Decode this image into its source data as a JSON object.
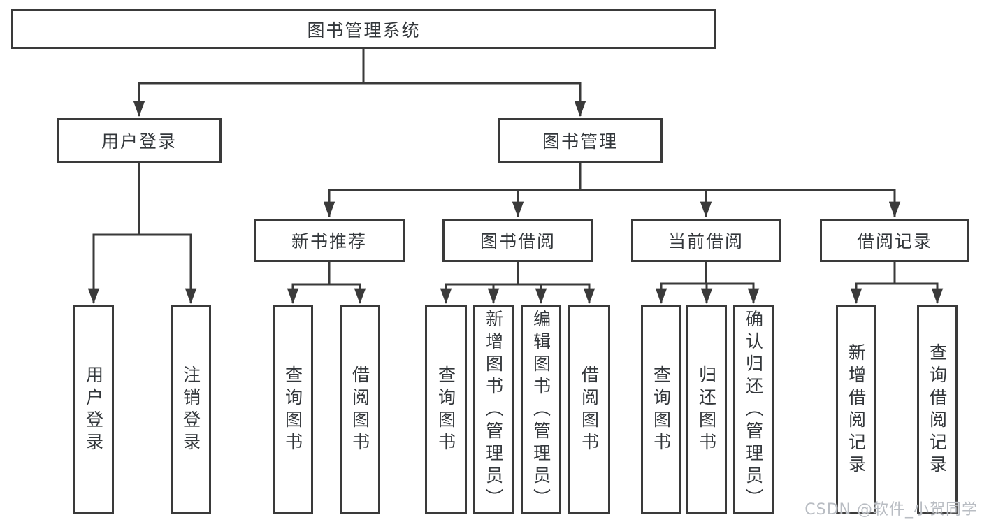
{
  "nodes": {
    "root": "图书管理系统",
    "user_login": "用户登录",
    "book_management": "图书管理",
    "new_book_recommend": "新书推荐",
    "book_borrow": "图书借阅",
    "current_borrow": "当前借阅",
    "borrow_records": "借阅记录",
    "leaf_user_login": "用户登录",
    "leaf_logout": "注销登录",
    "leaf_rec_query_books": "查询图书",
    "leaf_rec_borrow_books": "借阅图书",
    "leaf_bb_query_books": "查询图书",
    "leaf_bb_add_books": "新增图书（管理员）",
    "leaf_bb_edit_books": "编辑图书（管理员）",
    "leaf_bb_borrow_books": "借阅图书",
    "leaf_cb_query_books": "查询图书",
    "leaf_cb_return_books": "归还图书",
    "leaf_cb_confirm_return": "确认归还（管理员）",
    "leaf_br_add_record": "新增借阅记录",
    "leaf_br_query_record": "查询借阅记录"
  },
  "watermark": "CSDN @软件_小贺同学",
  "colors": {
    "line": "#3a3a3a",
    "text": "#33373b",
    "background": "#ffffff",
    "watermark": "#b9bdc3"
  }
}
